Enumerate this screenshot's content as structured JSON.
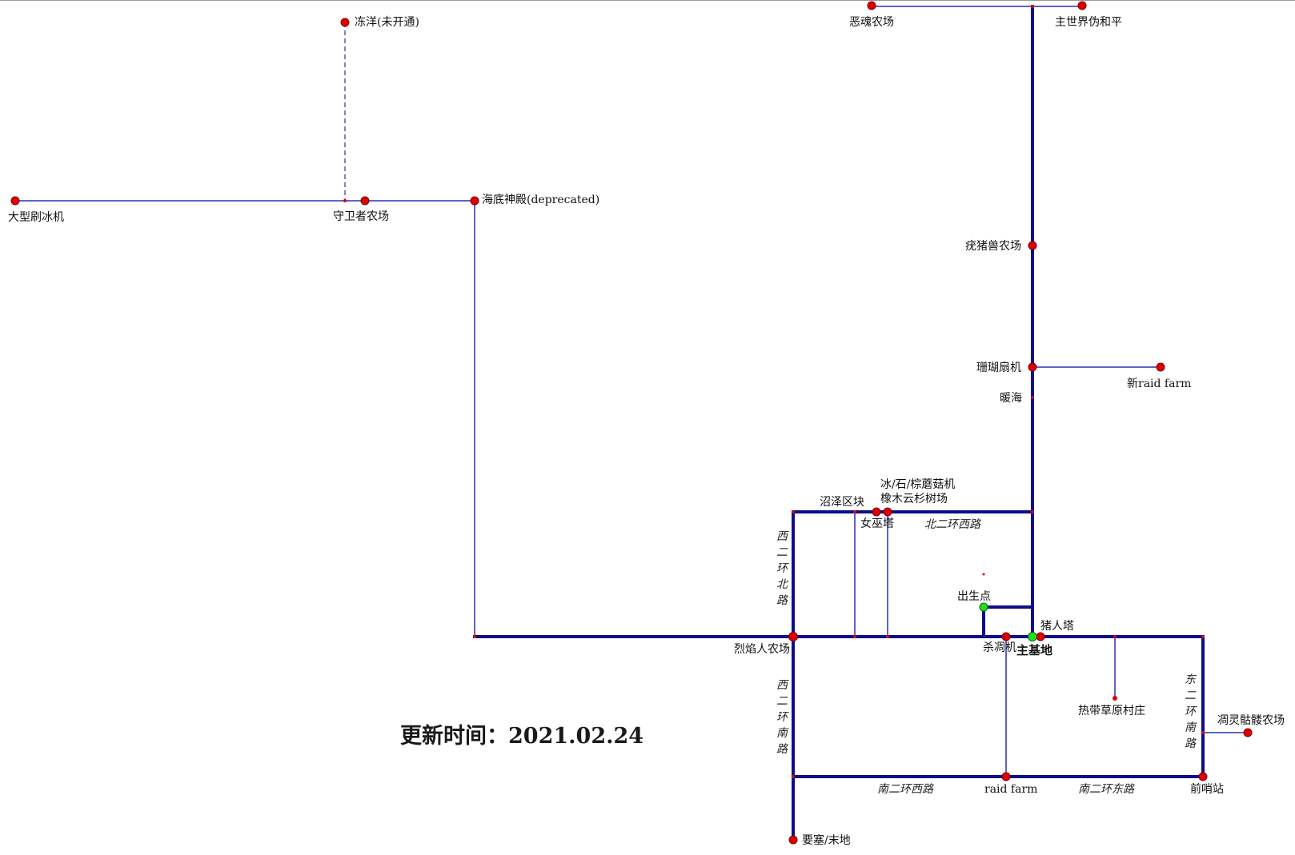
{
  "update_time": "更新时间：2021.02.24",
  "colors": {
    "main_road": "#0d0d8a",
    "branch_road": "#2e2eb0",
    "node": "#e00000",
    "spawn_node": "#22dd22"
  },
  "locations": {
    "frozen_ocean": "冻洋(未开通)",
    "soul_farm": "恶魂农场",
    "peace_mode": "主世界伪和平",
    "big_ice": "大型刷冰机",
    "guardian_farm": "守卫者农场",
    "ocean_monument": "海底神殿(deprecated)",
    "hoglin_farm": "疣猪兽农场",
    "coral": "珊瑚扇机",
    "new_raid": "新raid farm",
    "warm_ocean": "暖海",
    "ice_mushroom": "冰/石/棕蘑菇机",
    "oak_spruce": "橡木云杉树场",
    "swamp": "沼泽区块",
    "witch_tower": "女巫塔",
    "spawn": "出生点",
    "piglin_tower": "猪人塔",
    "blaze_farm": "烈焰人农场",
    "iron_golem": "杀凋机",
    "main_base": "主基地",
    "savanna_village": "热带草原村庄",
    "wither_skeleton": "凋灵骷髅农场",
    "raid_farm": "raid farm",
    "outpost": "前哨站",
    "fortress": "要塞/末地"
  },
  "roads": {
    "west_ring_north": "西二环北路",
    "north_ring_west": "北二环西路",
    "west_ring_south": "西二环南路",
    "east_ring_south": "东二环南路",
    "south_ring_west": "南二环西路",
    "south_ring_east": "南二环东路"
  }
}
